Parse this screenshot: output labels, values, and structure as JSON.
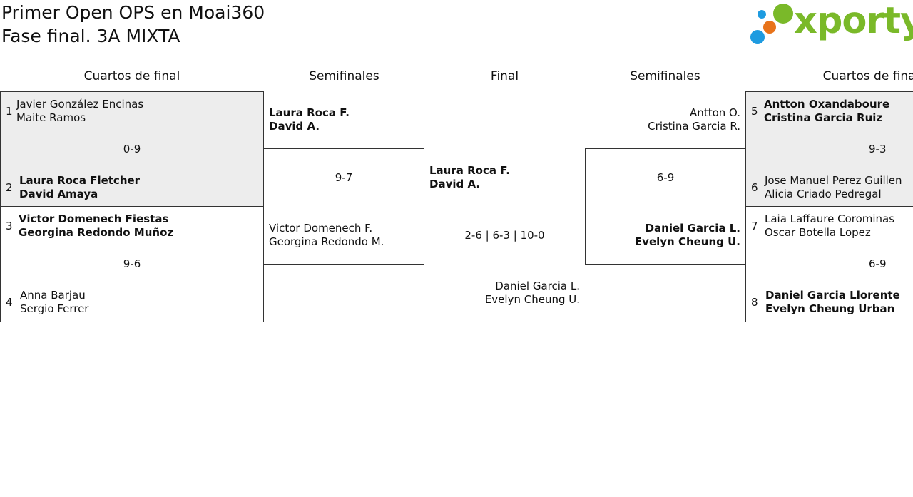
{
  "header": {
    "title": "Primer Open OPS en Moai360",
    "subtitle": "Fase final. 3A MIXTA",
    "logo_text": "xporty",
    "logo_colors": {
      "blue": "#1e9be0",
      "orange": "#e8731a",
      "green": "#7ab929"
    }
  },
  "columns": {
    "left_quarters": "Cuartos de final",
    "left_semis": "Semifinales",
    "final": "Final",
    "right_semis": "Semifinales",
    "right_quarters": "Cuartos de final"
  },
  "quarters_left": [
    {
      "top": {
        "seed": "1",
        "p1": "Javier González Encinas",
        "p2": "Maite Ramos"
      },
      "score": "0-9",
      "bottom": {
        "seed": "2",
        "p1": "Laura Roca Fletcher",
        "p2": "David Amaya"
      }
    },
    {
      "top": {
        "seed": "3",
        "p1": "Victor Domenech Fiestas",
        "p2": "Georgina Redondo Muñoz"
      },
      "score": "9-6",
      "bottom": {
        "seed": "4",
        "p1": "Anna Barjau",
        "p2": "Sergio Ferrer"
      }
    }
  ],
  "quarters_right": [
    {
      "top": {
        "seed": "5",
        "p1": "Antton Oxandaboure",
        "p2": "Cristina Garcia Ruiz"
      },
      "score": "9-3",
      "bottom": {
        "seed": "6",
        "p1": "Jose Manuel Perez Guillen",
        "p2": "Alicia Criado Pedregal"
      }
    },
    {
      "top": {
        "seed": "7",
        "p1": "Laia Laffaure Corominas",
        "p2": "Oscar Botella Lopez"
      },
      "score": "6-9",
      "bottom": {
        "seed": "8",
        "p1": "Daniel Garcia Llorente",
        "p2": "Evelyn Cheung Urban"
      }
    }
  ],
  "semi_left": {
    "top": {
      "p1": "Laura Roca F.",
      "p2": "David A."
    },
    "score": "9-7",
    "bottom": {
      "p1": "Victor Domenech F.",
      "p2": "Georgina Redondo M."
    }
  },
  "semi_right": {
    "top": {
      "p1": "Antton O.",
      "p2": "Cristina Garcia R."
    },
    "score": "6-9",
    "bottom": {
      "p1": "Daniel Garcia L.",
      "p2": "Evelyn Cheung U."
    }
  },
  "final": {
    "top": {
      "p1": "Laura Roca F.",
      "p2": "David A."
    },
    "score": "2-6 | 6-3 | 10-0",
    "bottom": {
      "p1": "Daniel Garcia L.",
      "p2": "Evelyn Cheung U."
    }
  }
}
